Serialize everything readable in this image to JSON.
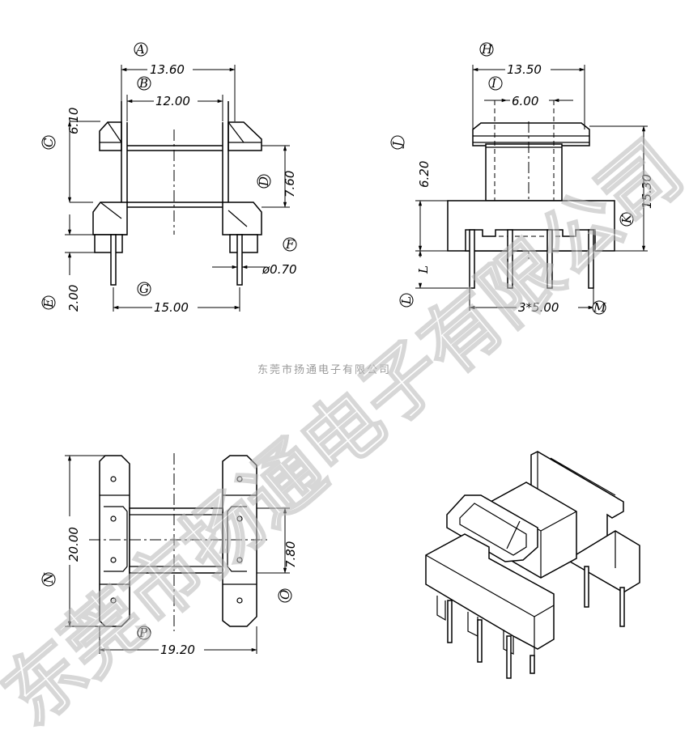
{
  "company_caption": "东莞市扬通电子有限公司",
  "watermark": "东莞市扬通电子有限公司",
  "labels": {
    "A": "A",
    "B": "B",
    "C": "C",
    "D": "D",
    "E": "E",
    "F": "F",
    "G": "G",
    "H": "H",
    "I": "I",
    "J": "J",
    "K": "K",
    "L": "L",
    "M": "M",
    "N": "N",
    "O": "O",
    "P": "P"
  },
  "dims": {
    "A": "13.60",
    "B": "12.00",
    "C": "6.10",
    "D": "7.60",
    "E": "2.00",
    "F": "ø0.70",
    "G": "15.00",
    "H": "13.50",
    "I": "6.00",
    "J": "6.20",
    "K": "15.30",
    "L": "L",
    "M": "3*5.00",
    "N": "20.00",
    "O": "7.80",
    "P": "19.20"
  }
}
